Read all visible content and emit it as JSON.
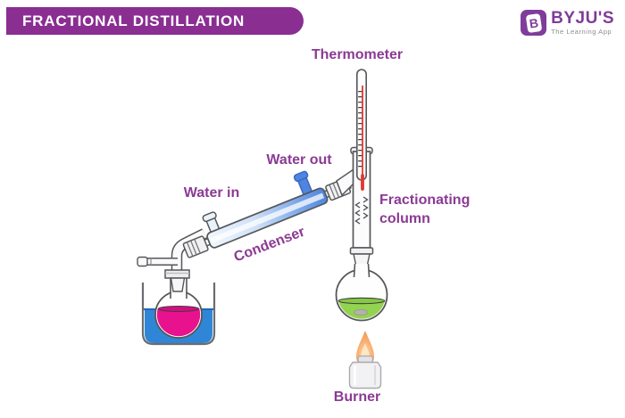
{
  "header": {
    "title": "FRACTIONAL DISTILLATION"
  },
  "logo": {
    "letter": "B",
    "name": "BYJU'S",
    "tagline": "The Learning App"
  },
  "labels": {
    "thermometer": "Thermometer",
    "water_out": "Water out",
    "water_in": "Water in",
    "condenser": "Condenser",
    "fractionating_column": "Fractionating column",
    "burner": "Burner"
  },
  "colors": {
    "header_bg": "#8A2E92",
    "label_text": "#8B3A94",
    "logo_purple": "#803C9A",
    "tagline_gray": "#8C8C8C",
    "condenser_blue": "#4E86DF",
    "water_blue": "#2F86D6",
    "distillate_pink": "#E8128F",
    "mixture_green": "#94D351",
    "flame_orange": "#F2944E",
    "glass_outline": "#56575B"
  }
}
